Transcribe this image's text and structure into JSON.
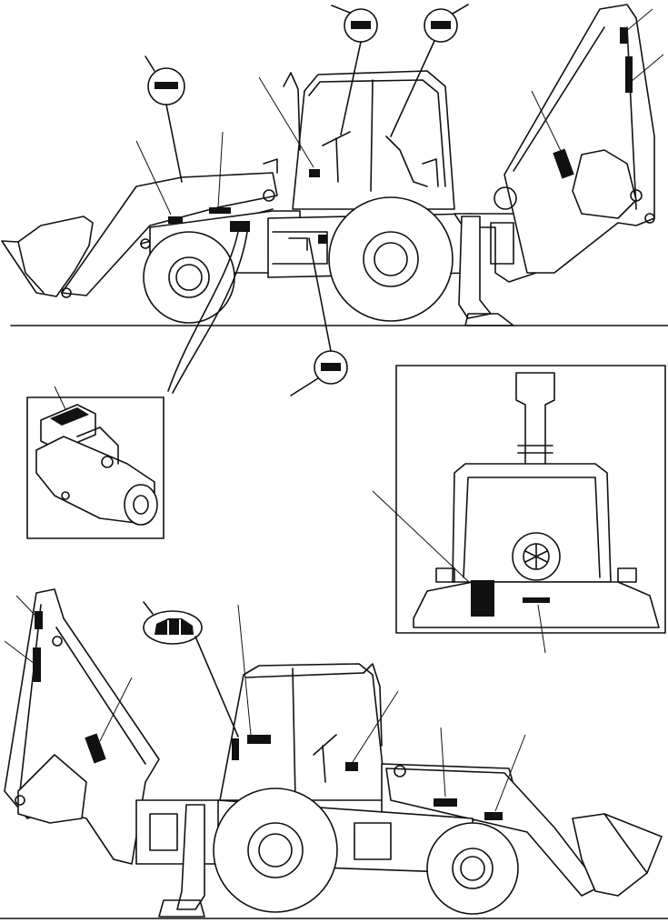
{
  "figure": {
    "description_text": "",
    "colors": {
      "line": "#111111",
      "decal": "#111111",
      "background": "#ffffff"
    },
    "views": [
      {
        "name": "left-side-view",
        "callouts": 14
      },
      {
        "name": "starter-motor-inset",
        "callouts": 1
      },
      {
        "name": "rear-cab-inset",
        "callouts": 2
      },
      {
        "name": "right-side-view",
        "callouts": 7
      }
    ]
  }
}
